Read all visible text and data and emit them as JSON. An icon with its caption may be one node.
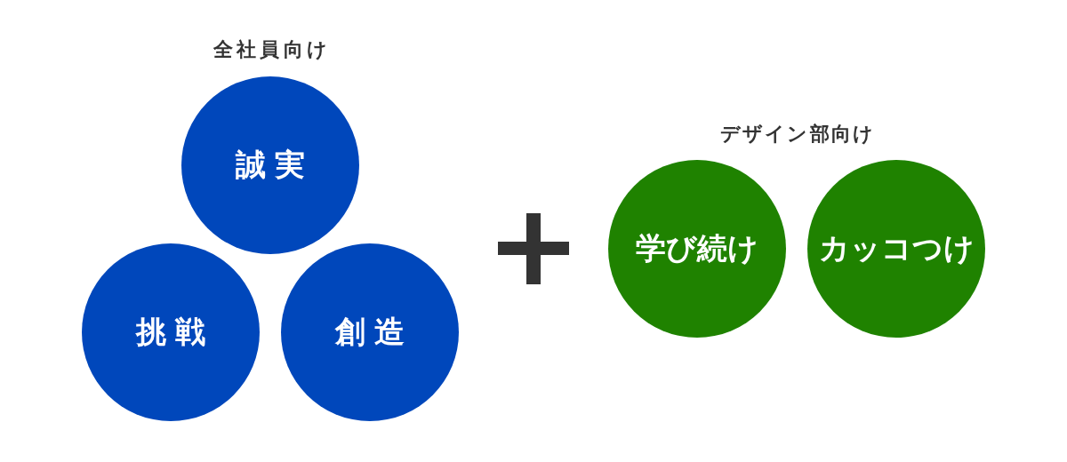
{
  "diagram": {
    "nodes": [
      {
        "text": [
          "誠実"
        ]
      },
      {
        "text": [
          "挑戦"
        ]
      },
      {
        "text": [
          "創造"
        ]
      },
      {
        "text": [
          "学び続け"
        ]
      },
      {
        "text": [
          "カッコつけ"
        ]
      }
    ],
    "labels": [
      "全社員向け",
      "デザイン部向け"
    ]
  }
}
